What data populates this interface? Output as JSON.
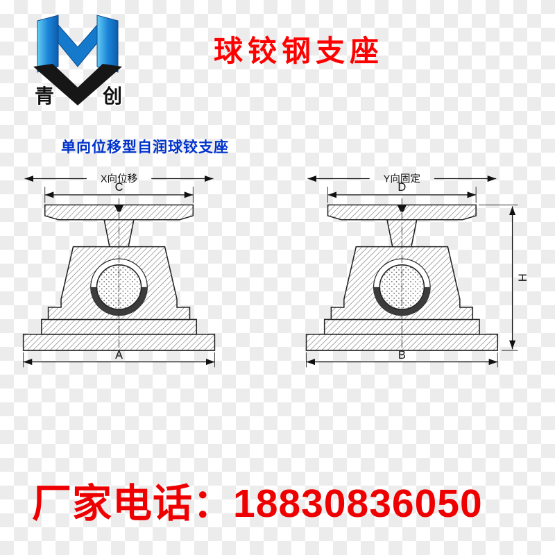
{
  "colors": {
    "title_red": "#ff0000",
    "subtitle_blue": "#0033cc",
    "phone_red": "#ee0000",
    "logo_blue": "#1579cc"
  },
  "header": {
    "title": "球铰钢支座",
    "logo_left_char": "青",
    "logo_right_char": "创"
  },
  "diagram": {
    "subtitle": "单向位移型自润球铰支座",
    "left": {
      "top_dimension": "X向位移",
      "top_width": "C",
      "base_width": "A"
    },
    "right": {
      "top_dimension": "Y向固定",
      "top_width": "D",
      "base_width": "B",
      "height": "H"
    }
  },
  "footer": {
    "phone_label": "厂家电话：",
    "phone_number": "18830836050"
  }
}
